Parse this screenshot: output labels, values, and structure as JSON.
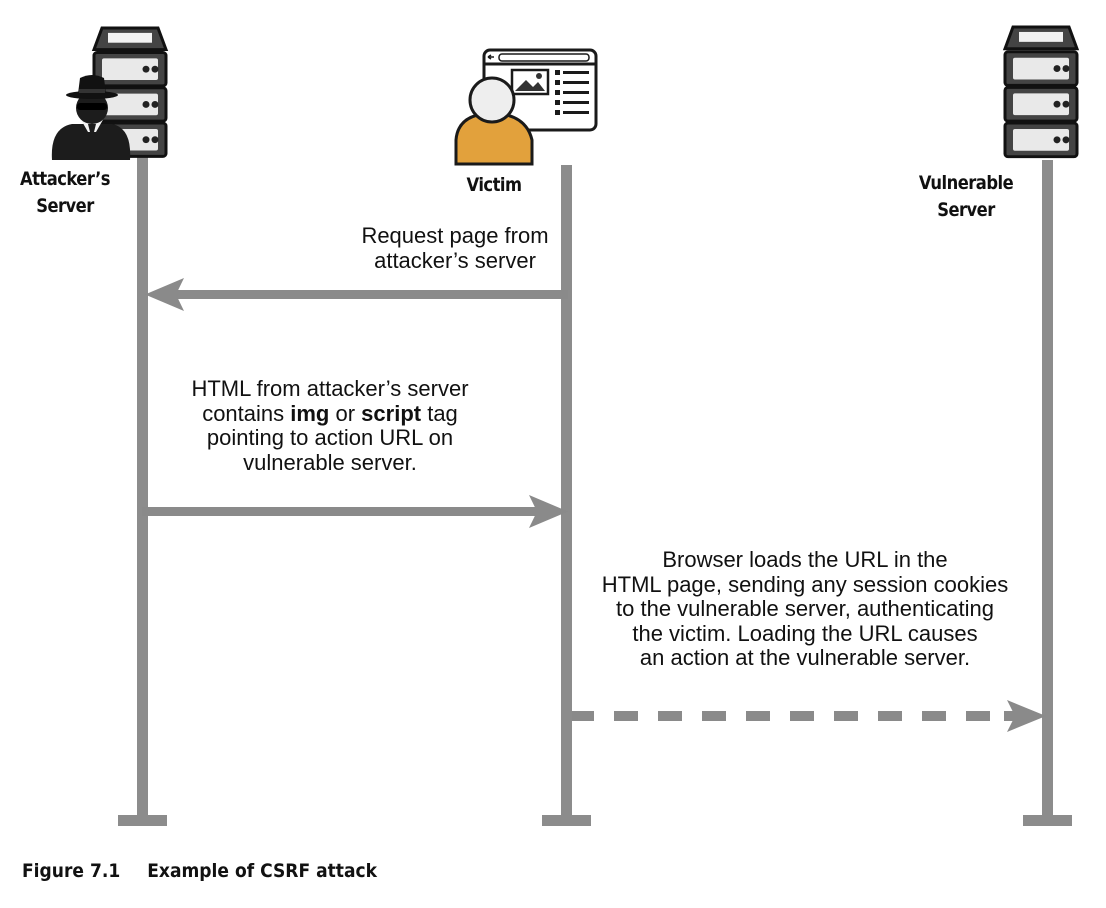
{
  "actors": [
    {
      "id": "attacker",
      "name": "Attacker's Server",
      "label_lines": [
        "Attacker’s",
        "Server"
      ],
      "icon": "attacker-server-icon"
    },
    {
      "id": "victim",
      "name": "Victim",
      "label_lines": [
        "Victim"
      ],
      "icon": "victim-browser-icon"
    },
    {
      "id": "vulnerable",
      "name": "Vulnerable Server",
      "label_lines": [
        "Vulnerable",
        "Server"
      ],
      "icon": "server-icon"
    }
  ],
  "messages": [
    {
      "from": "victim",
      "to": "attacker",
      "style": "solid",
      "text_lines": [
        [
          {
            "t": "Request page from"
          }
        ],
        [
          {
            "t": "attacker’s server"
          }
        ]
      ]
    },
    {
      "from": "attacker",
      "to": "victim",
      "style": "solid",
      "text_lines": [
        [
          {
            "t": "HTML from attacker’s server"
          }
        ],
        [
          {
            "t": "contains "
          },
          {
            "t": "img",
            "b": true
          },
          {
            "t": " or "
          },
          {
            "t": "script",
            "b": true
          },
          {
            "t": " tag"
          }
        ],
        [
          {
            "t": "pointing to action URL on"
          }
        ],
        [
          {
            "t": "vulnerable server."
          }
        ]
      ]
    },
    {
      "from": "victim",
      "to": "vulnerable",
      "style": "dashed",
      "text_lines": [
        [
          {
            "t": "Browser loads the URL in the"
          }
        ],
        [
          {
            "t": "HTML page, sending any session cookies"
          }
        ],
        [
          {
            "t": "to the vulnerable server, authenticating"
          }
        ],
        [
          {
            "t": "the victim. Loading the URL causes"
          }
        ],
        [
          {
            "t": "an action at the vulnerable server."
          }
        ]
      ]
    }
  ],
  "caption": {
    "number": "Figure 7.1",
    "title": "Example of CSRF attack"
  },
  "colors": {
    "lifeline": "#8c8c8c",
    "arrow": "#8a8a8a",
    "server_dark": "#3f3f3f",
    "victim_body": "#e2a13c",
    "text": "#111111"
  }
}
